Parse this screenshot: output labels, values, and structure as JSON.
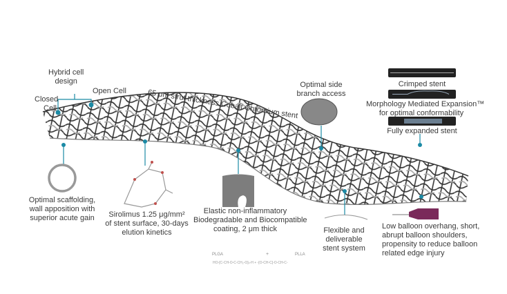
{
  "labels": {
    "hybrid_cell": [
      "Hybrid cell",
      "design"
    ],
    "closed_cell": [
      "Closed",
      "Cell"
    ],
    "open_cell": "Open Cell",
    "strut": "65 μm strut thickness Cobalt Chromium stent",
    "side_branch": [
      "Optimal side",
      "branch access"
    ],
    "crimped": "Crimped stent",
    "mme": [
      "Morphology Mediated Expansion™",
      "for optimal conformability"
    ],
    "expanded": "Fully expanded stent",
    "scaffolding": [
      "Optimal scaffolding,",
      "wall apposition with",
      "superior acute gain"
    ],
    "sirolimus": [
      "Sirolimus 1.25 μg/mm²",
      "of stent surface, 30-days",
      "elution kinetics"
    ],
    "coating": [
      "Elastic non-inflammatory",
      "Biodegradable and Biocompatible",
      "coating, 2 μm thick"
    ],
    "polymers": {
      "left": "PLGA",
      "plus": "+",
      "right": "PLLA"
    },
    "flexible": [
      "Flexible and",
      "deliverable",
      "stent system"
    ],
    "balloon": [
      "Low balloon overhang, short,",
      "abrupt balloon shoulders,",
      "propensity to reduce balloon",
      "related edge injury"
    ]
  },
  "colors": {
    "callout": "#1b8aa5",
    "text": "#3a3a3a",
    "strut_dark": "#2a2a2a",
    "strut_light": "#b5b5b5"
  }
}
